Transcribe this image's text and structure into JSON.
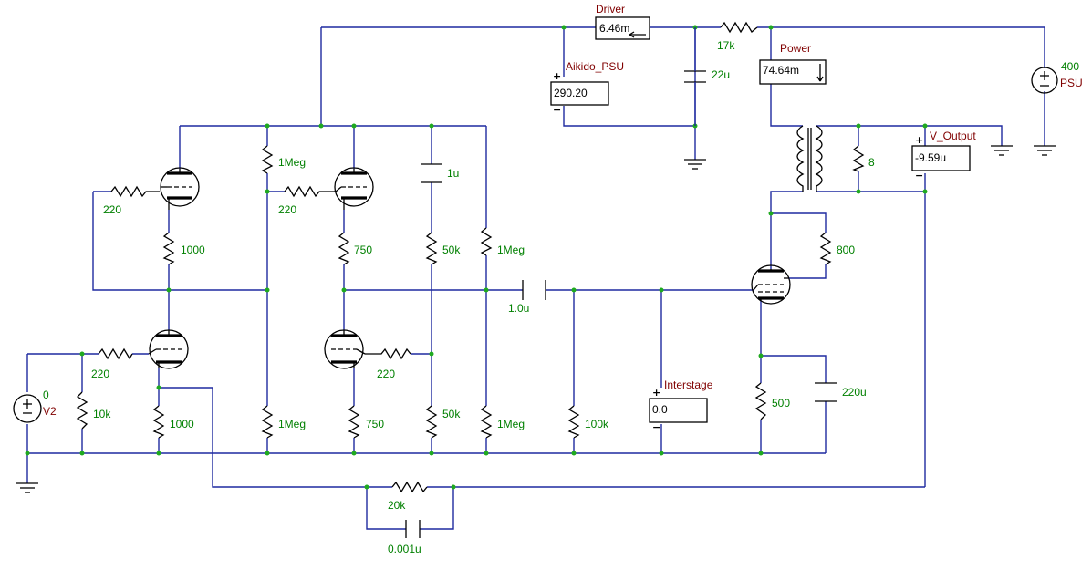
{
  "colors": {
    "wire": "#1f2aa0",
    "value_label": "#008000",
    "meter_label": "#800000",
    "node": "#1faa1f"
  },
  "resistors": {
    "r_grid_1": "220",
    "r_grid_2": "220",
    "r_grid_3": "220",
    "r_grid_4": "220",
    "r_cathode_top_1": "1000",
    "r_cathode_bot_1": "1000",
    "r_cathode_top_2": "750",
    "r_cathode_bot_2": "750",
    "r_plate_1meg": "1Meg",
    "r_lower_1meg_a": "1Meg",
    "r_upper_1meg": "1Meg",
    "r_lower_1meg_b": "1Meg",
    "r_50k_top": "50k",
    "r_50k_bot": "50k",
    "r_input_10k": "10k",
    "r_grid_100k": "100k",
    "r_800": "800",
    "r_500": "500",
    "r_load_8": "8",
    "r_feedback_20k": "20k",
    "r_supply_17k": "17k"
  },
  "capacitors": {
    "c_1u": "1u",
    "c_coupling": "1.0u",
    "c_22u": "22u",
    "c_220u": "220u",
    "c_feedback": "0.001u"
  },
  "sources": {
    "v2": {
      "name": "V2",
      "value": "0"
    },
    "psu": {
      "name": "PSU",
      "value": "400"
    }
  },
  "meters": {
    "driver": {
      "label": "Driver",
      "value": "6.46m"
    },
    "power": {
      "label": "Power",
      "value": "74.64m"
    },
    "aikido": {
      "label": "Aikido_PSU",
      "value": "290.20"
    },
    "output": {
      "label": "V_Output",
      "value": "-9.59u"
    },
    "interstage": {
      "label": "Interstage",
      "value": "0.0"
    }
  }
}
